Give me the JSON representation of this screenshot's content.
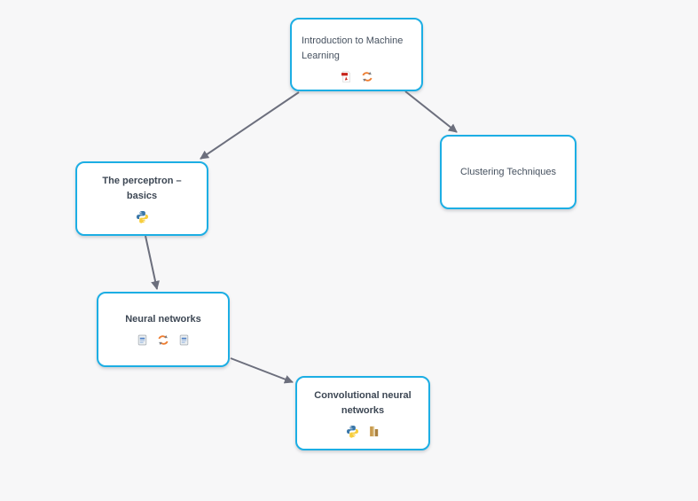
{
  "app": {
    "background_color": "#f7f7f8",
    "node_border_color": "#1caee4",
    "node_background_color": "#ffffff",
    "arrow_color": "#6c6f7d",
    "text_color": "#46515f"
  },
  "nodes": [
    {
      "label": "Introduction to Machine Learning",
      "icons": [
        "pdf-icon",
        "sync-icon"
      ]
    },
    {
      "label": "Clustering Techniques",
      "icons": []
    },
    {
      "label": "The perceptron – basics",
      "icons": [
        "python-icon"
      ]
    },
    {
      "label": "Neural networks",
      "icons": [
        "document-icon",
        "sync-icon",
        "document-icon"
      ]
    },
    {
      "label": "Convolutional neural networks",
      "icons": [
        "python-icon",
        "books-icon"
      ]
    }
  ],
  "edges": [
    {
      "from": "Introduction to Machine Learning",
      "to": "The perceptron – basics"
    },
    {
      "from": "Introduction to Machine Learning",
      "to": "Clustering Techniques"
    },
    {
      "from": "The perceptron – basics",
      "to": "Neural networks"
    },
    {
      "from": "Neural networks",
      "to": "Convolutional neural networks"
    }
  ]
}
